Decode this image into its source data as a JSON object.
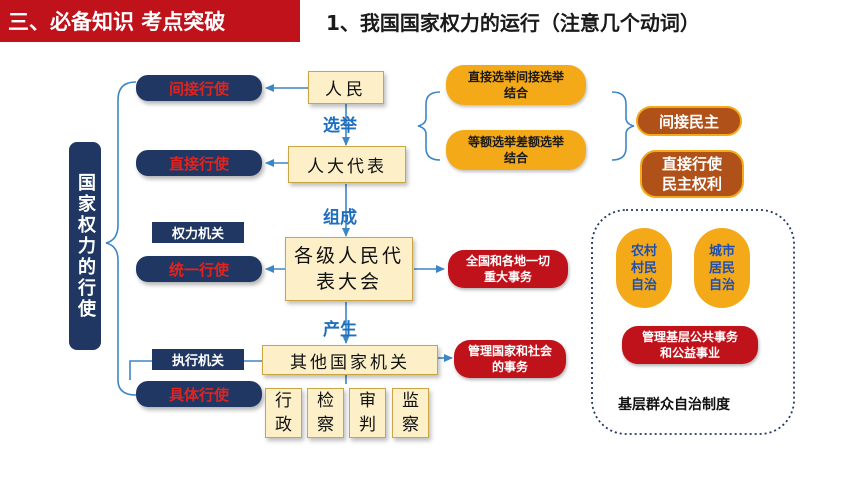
{
  "header": {
    "section_label": "三、必备知识  考点突破",
    "title": "1、我国国家权力的运行（注意几个动词）"
  },
  "left_vertical": "国家权力的行使",
  "left_pills": [
    "间接行使",
    "直接行使",
    "统一行使",
    "具体行使"
  ],
  "tags": {
    "power_organ": "权力机关",
    "executive_organ": "执行机关"
  },
  "flow_boxes": {
    "people": "人民",
    "deputies": "人大代表",
    "congress": "各级人民代表大会",
    "other_organs": "其他国家机关"
  },
  "arrow_labels": {
    "elect": "选举",
    "compose": "组成",
    "produce": "产生"
  },
  "functions": [
    "行政",
    "检察",
    "审判",
    "监察"
  ],
  "election_pills": [
    "直接选举间接选举结合",
    "等额选举差额选举结合"
  ],
  "indirect_democracy": "间接民主",
  "direct_rights": "直接行使民主权利",
  "congress_matters": "全国和各地一切重大事务",
  "organ_matters": "管理国家和社会的事务",
  "self_gov": {
    "rural": "农村村民自治",
    "urban": "城市居民自治",
    "affairs": "管理基层公共事务和公益事业",
    "caption": "基层群众自治制度"
  },
  "colors": {
    "header_red": "#c0121b",
    "navy": "#203763",
    "orange": "#f3a918",
    "box_fill": "#fdf0c9",
    "arrow_blue": "#3d86c6"
  }
}
